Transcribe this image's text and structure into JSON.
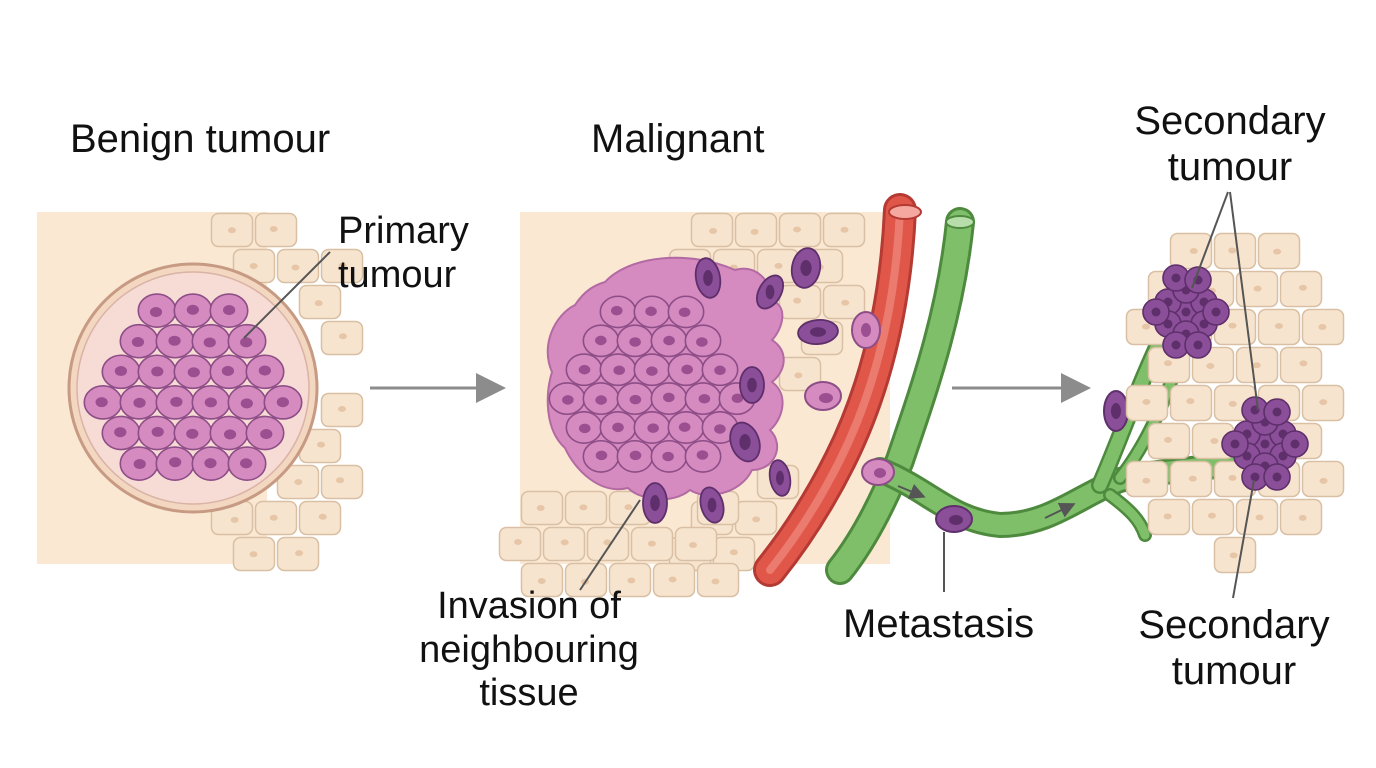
{
  "labels": {
    "benign": "Benign tumour",
    "malignant": "Malignant",
    "primary": [
      "Primary",
      "tumour"
    ],
    "invasion": [
      "Invasion of",
      "neighbouring",
      "tissue"
    ],
    "metastasis": "Metastasis",
    "secondary_top": [
      "Secondary",
      "tumour"
    ],
    "secondary_bottom": [
      "Secondary",
      "tumour"
    ]
  },
  "colors": {
    "tissue_bg": "#fbe8d3",
    "cell_fill": "#f7e4cf",
    "cell_stroke": "#d9bfa3",
    "tumour_cell": "#d58bc0",
    "tumour_stroke": "#8d4d86",
    "nucleus": "#9b4f90",
    "dark_cell": "#8a4f98",
    "blood_vessel": "#e0574a",
    "lymph_vessel": "#7fbf6a",
    "arrow": "#8c8c8c"
  }
}
